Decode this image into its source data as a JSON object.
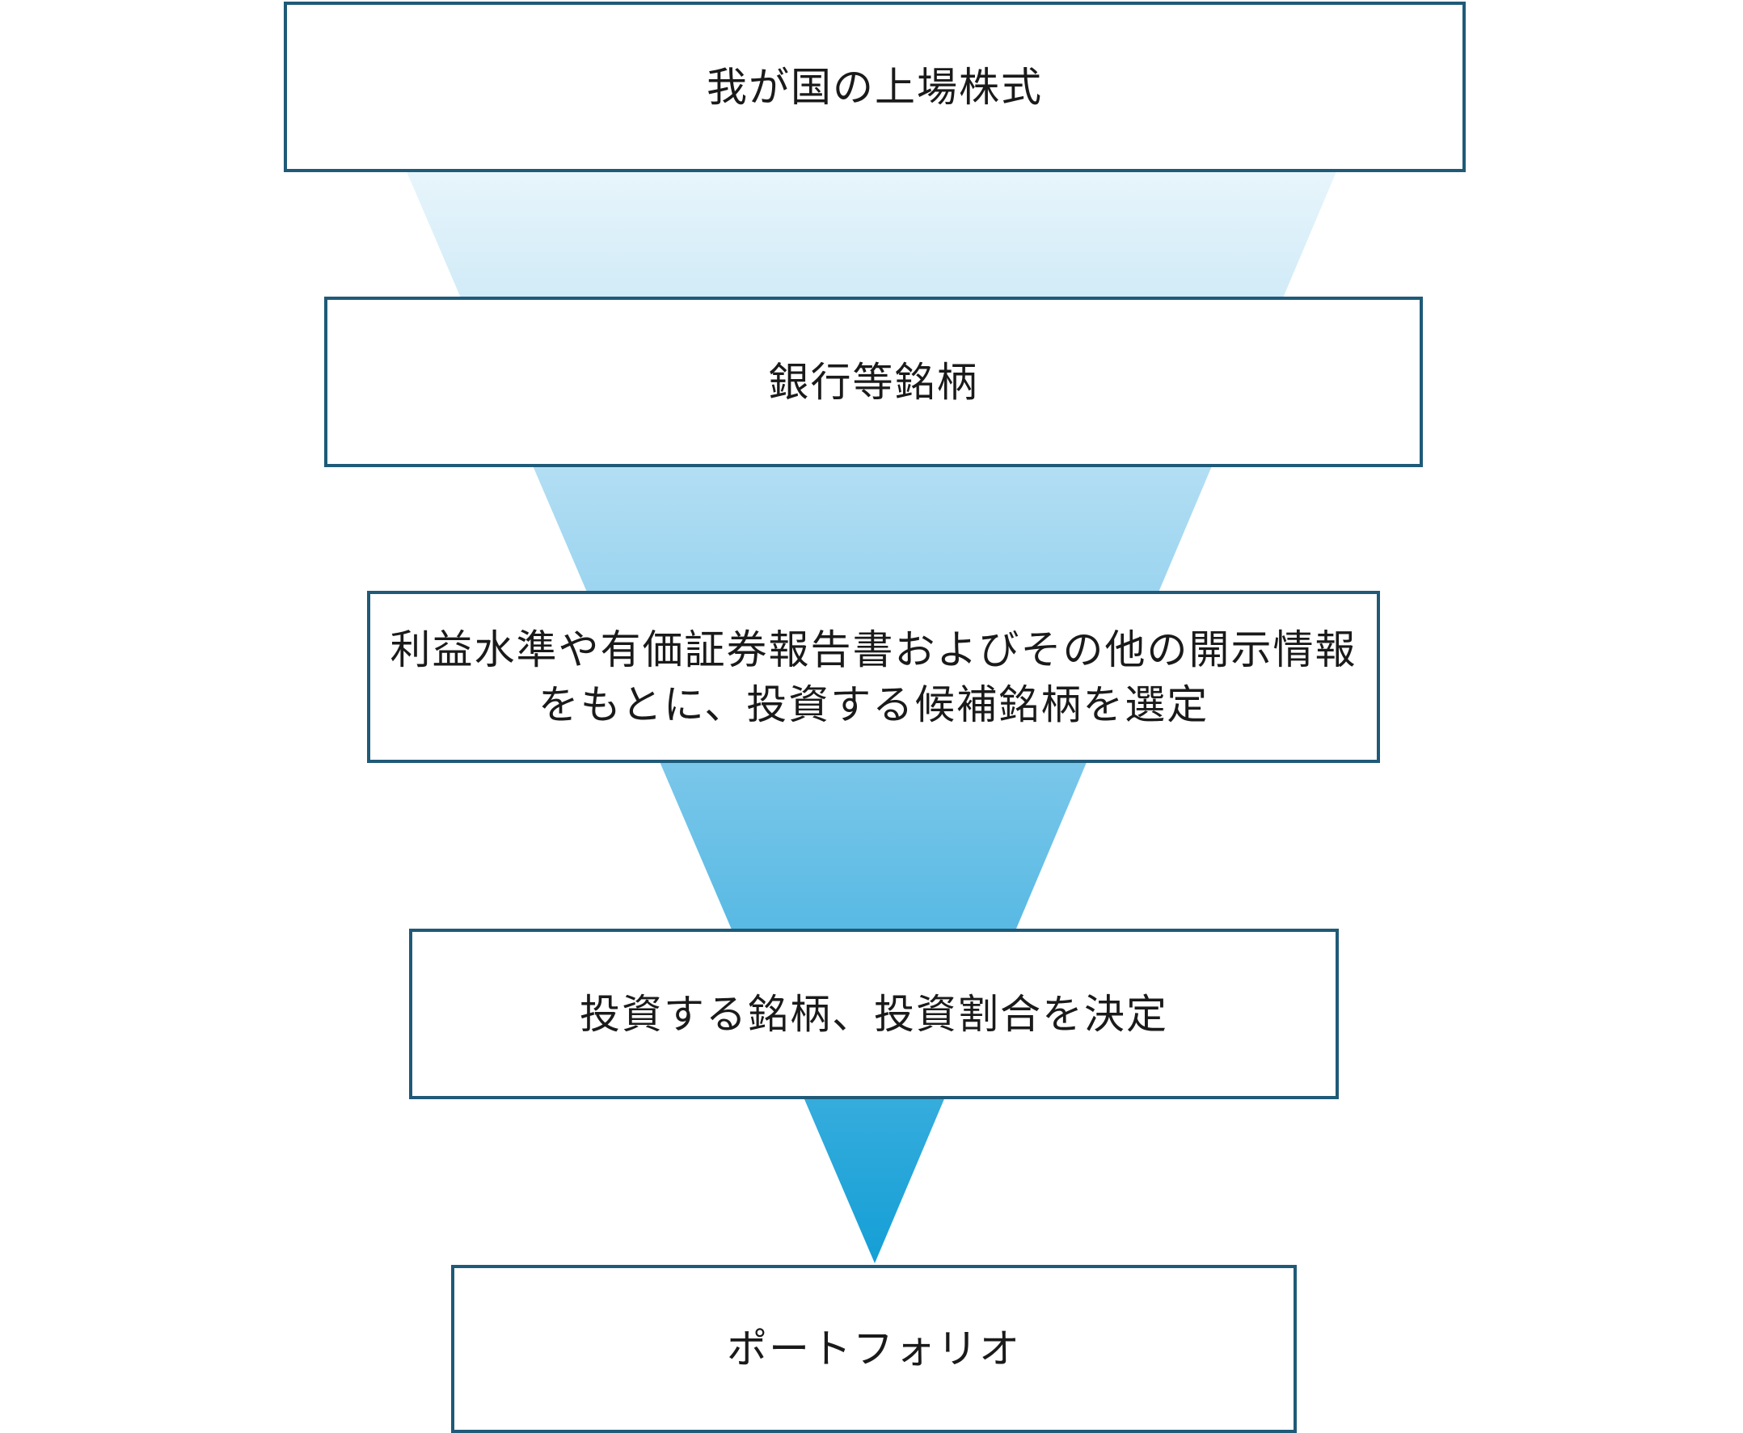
{
  "funnel": {
    "gradient_top_color": "#e8f5fb",
    "gradient_bottom_color": "#149fd6",
    "border_color": "#1f5a78",
    "stages": [
      {
        "label": "我が国の上場株式"
      },
      {
        "label": "銀行等銘柄"
      },
      {
        "label": "利益水準や有価証券報告書およびその他の開示情報をもとに、投資する候補銘柄を選定"
      },
      {
        "label": "投資する銘柄、投資割合を決定"
      },
      {
        "label": "ポートフォリオ"
      }
    ]
  }
}
